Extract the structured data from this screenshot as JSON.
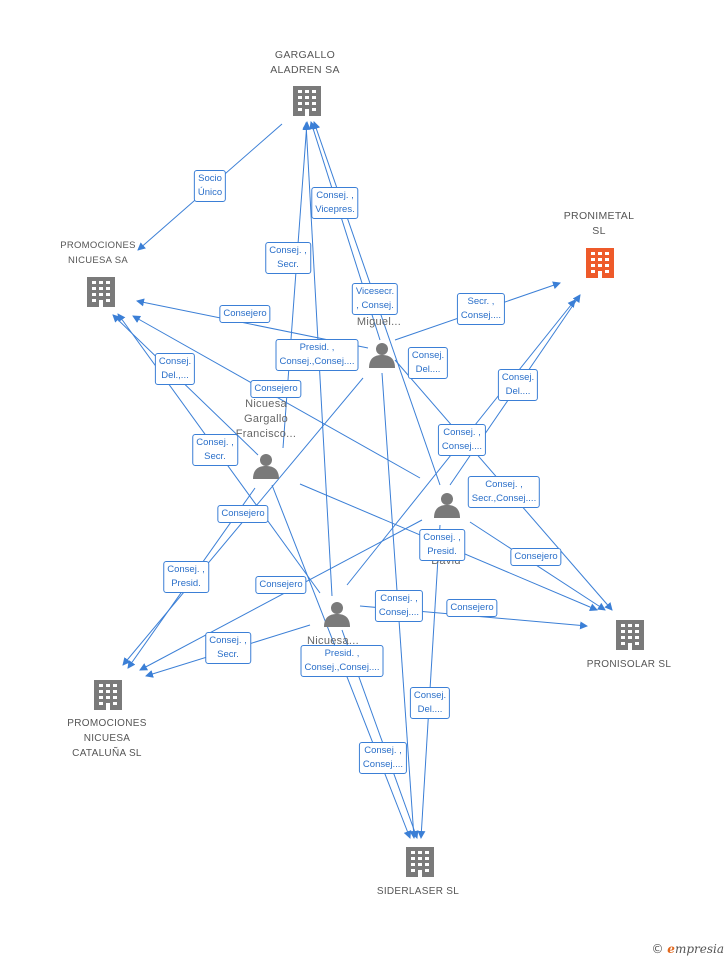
{
  "colors": {
    "edge": "#3b7fd6",
    "company": "#7a7a7a",
    "company_highlight": "#ee5a2a",
    "person": "#7a7a7a"
  },
  "companies": [
    {
      "id": "gargallo",
      "lines": [
        "GARGALLO",
        "ALADREN SA"
      ],
      "icon": "building-icon",
      "highlight": false
    },
    {
      "id": "pronimetal",
      "lines": [
        "PRONIMETAL",
        "SL"
      ],
      "icon": "building-icon",
      "highlight": true
    },
    {
      "id": "prom_nicuesa",
      "lines": [
        "PROMOCIONES",
        "NICUESA SA"
      ],
      "icon": "building-icon",
      "highlight": false
    },
    {
      "id": "pronisolar",
      "lines": [
        "PRONISOLAR SL"
      ],
      "icon": "building-icon",
      "highlight": false
    },
    {
      "id": "prom_cataluna",
      "lines": [
        "PROMOCIONES",
        "NICUESA",
        "CATALUÑA SL"
      ],
      "icon": "building-icon",
      "highlight": false
    },
    {
      "id": "siderlaser",
      "lines": [
        "SIDERLASER SL"
      ],
      "icon": "building-icon",
      "highlight": false
    }
  ],
  "persons": [
    {
      "id": "miguel",
      "lines": [
        "Miguel..."
      ],
      "icon": "person-icon"
    },
    {
      "id": "francisco",
      "lines": [
        "Nicuesa",
        "Gargallo",
        "Francisco..."
      ],
      "icon": "person-icon"
    },
    {
      "id": "david",
      "lines": [
        "David"
      ],
      "icon": "person-icon"
    },
    {
      "id": "nicuesa",
      "lines": [
        "Nicuesa..."
      ],
      "icon": "person-icon"
    }
  ],
  "relations": [
    {
      "lines": [
        "Socio",
        "Único"
      ]
    },
    {
      "lines": [
        "Consej. ,",
        "Vicepres."
      ]
    },
    {
      "lines": [
        "Consej. ,",
        "Secr."
      ]
    },
    {
      "lines": [
        "Vicesecr.",
        ", Consej."
      ]
    },
    {
      "lines": [
        "Secr. ,",
        "Consej...."
      ]
    },
    {
      "lines": [
        "Consejero"
      ]
    },
    {
      "lines": [
        "Presid. ,",
        "Consej.,Consej...."
      ]
    },
    {
      "lines": [
        "Consej.",
        "Del...."
      ]
    },
    {
      "lines": [
        "Consej.",
        "Del.,..."
      ]
    },
    {
      "lines": [
        "Consejero"
      ]
    },
    {
      "lines": [
        "Consej.",
        "Del...."
      ]
    },
    {
      "lines": [
        "Consej. ,",
        "Secr."
      ]
    },
    {
      "lines": [
        "Consej. ,",
        "Consej...."
      ]
    },
    {
      "lines": [
        "Consej. ,",
        "Secr.,Consej...."
      ]
    },
    {
      "lines": [
        "Consejero"
      ]
    },
    {
      "lines": [
        "Consej. ,",
        "Presid."
      ]
    },
    {
      "lines": [
        "Consejero"
      ]
    },
    {
      "lines": [
        "Consej. ,",
        "Presid."
      ]
    },
    {
      "lines": [
        "Consejero"
      ]
    },
    {
      "lines": [
        "Consej. ,",
        "Consej...."
      ]
    },
    {
      "lines": [
        "Consejero"
      ]
    },
    {
      "lines": [
        "Consej. ,",
        "Secr."
      ]
    },
    {
      "lines": [
        "Presid. ,",
        "Consej.,Consej...."
      ]
    },
    {
      "lines": [
        "Consej.",
        "Del...."
      ]
    },
    {
      "lines": [
        "Consej. ,",
        "Consej...."
      ]
    }
  ],
  "brand": {
    "copyright": "©",
    "initial": "e",
    "name": "mpresia"
  }
}
